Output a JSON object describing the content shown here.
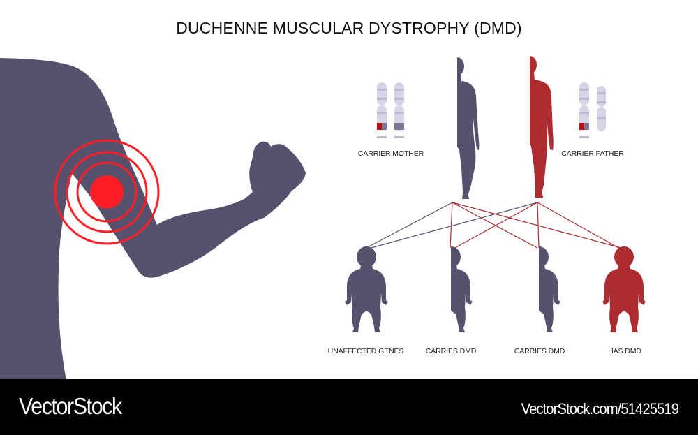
{
  "title": "DUCHENNE MUSCULAR DYSTROPHY (DMD)",
  "colors": {
    "unaffected": "#57516e",
    "affected": "#ad2c31",
    "pain": "#ff1e25",
    "chromosome": "#d6d5e6",
    "background": "#ffffff",
    "footer": "#000000"
  },
  "parents": [
    {
      "label": "CARRIER MOTHER",
      "sex": "female",
      "chromosomes": "XX",
      "mutation": true
    },
    {
      "label": "CARRIER FATHER",
      "sex": "male",
      "chromosomes": "XY",
      "mutation": true
    }
  ],
  "children": [
    {
      "label": "UNAFFECTED GENES",
      "status": "unaffected"
    },
    {
      "label": "CARRIES DMD",
      "status": "carrier"
    },
    {
      "label": "CARRIES DMD",
      "status": "carrier"
    },
    {
      "label": "HAS DMD",
      "status": "affected"
    }
  ],
  "arm_illustration": {
    "pain_point": "upper-arm muscle",
    "rings": 3
  },
  "footer": {
    "brand": "VectorStock",
    "url": "VectorStock.com/51425519"
  }
}
